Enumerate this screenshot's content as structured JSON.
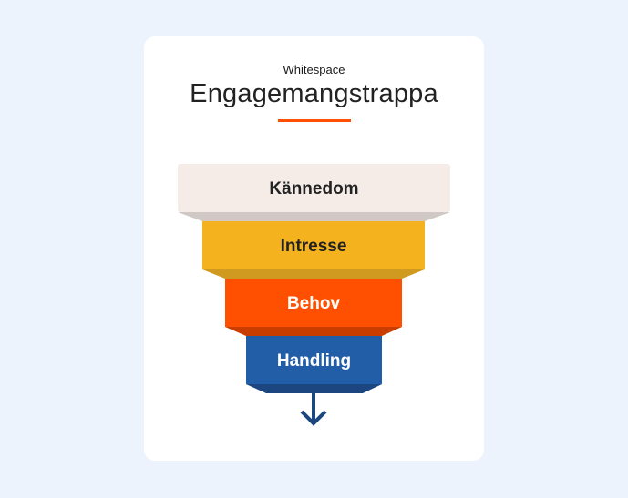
{
  "brand": "Whitespace",
  "title": "Engagemangstrappa",
  "steps": [
    {
      "label": "Kännedom",
      "color": "#f5ece8",
      "shade": "#d0c8c5",
      "text_color": "#222222"
    },
    {
      "label": "Intresse",
      "color": "#f5b21f",
      "shade": "#d09a20",
      "text_color": "#222222"
    },
    {
      "label": "Behov",
      "color": "#fe5000",
      "shade": "#c93d00",
      "text_color": "#ffffff"
    },
    {
      "label": "Handling",
      "color": "#225ea8",
      "shade": "#1b467f",
      "text_color": "#ffffff"
    }
  ],
  "accent": "#fe5000",
  "arrow_color": "#1b467f"
}
